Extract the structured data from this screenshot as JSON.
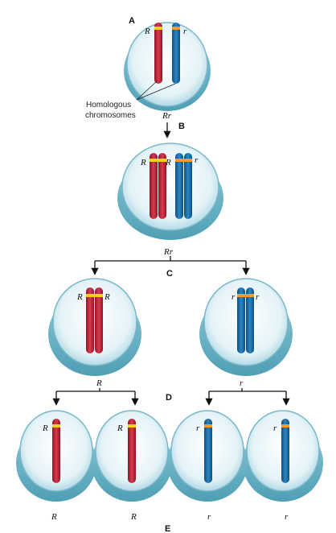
{
  "steps": {
    "a": "A",
    "b": "B",
    "c": "C",
    "d": "D",
    "e": "E"
  },
  "callout": {
    "line1": "Homologous",
    "line2": "chromosomes"
  },
  "alleles": {
    "a_left": "R",
    "a_right": "r",
    "a_genotype": "Rr",
    "b_left": "R",
    "b_mid": "R",
    "b_right": "r",
    "b_genotype": "Rr",
    "c1_left": "R",
    "c1_right": "R",
    "c1_genotype": "R",
    "c2_left": "r",
    "c2_right": "r",
    "c2_genotype": "r",
    "e1": "R",
    "e1_label": "R",
    "e2": "R",
    "e2_label": "R",
    "e3": "r",
    "e3_label": "r",
    "e4": "r",
    "e4_label": "r"
  },
  "colors": {
    "cell_fill": "#d9eef4",
    "cell_shadow": "#7ab8c9",
    "chrom_dominant": "#c4273a",
    "chrom_recessive": "#1f6fa8",
    "band_dominant": "#f3d21b",
    "band_recessive": "#f29a2e"
  }
}
